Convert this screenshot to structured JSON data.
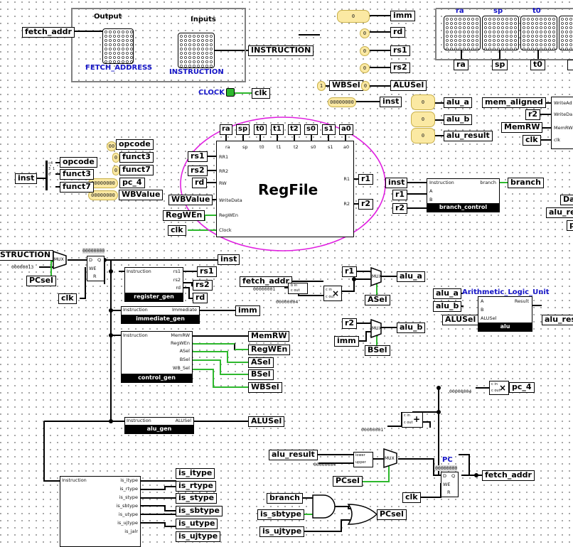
{
  "top_panel": {
    "output_title": "Output",
    "inputs_title": "Inputs",
    "fetch_address_label": "FETCH_ADDRESS",
    "instruction_label": "INSTRUCTION",
    "clock_label": "CLOCK"
  },
  "tunnels": {
    "fetch_addr": "fetch_addr",
    "INSTRUCTION": "INSTRUCTION",
    "clk": "clk",
    "imm": "imm",
    "rd": "rd",
    "rs1": "rs1",
    "rs2": "rs2",
    "WBSel": "WBSel",
    "ALUSel": "ALUSel",
    "alu_a": "alu_a",
    "inst": "inst",
    "alu_b": "alu_b",
    "alu_result": "alu_result",
    "ra": "ra",
    "sp": "sp",
    "t0": "t0",
    "mem_aligned": "mem_aligned",
    "r2": "r2",
    "MemRW": "MemRW",
    "opcode": "opcode",
    "funct3": "funct3",
    "funct7": "funct7",
    "pc_4": "pc_4",
    "WBValue": "WBValue",
    "RegWEn": "RegWEn",
    "r1": "r1",
    "branch": "branch",
    "Da": "Da",
    "alu_res": "alu_res",
    "p": "p",
    "INSTRUCTION_cut": "STRUCTION",
    "PCsel": "PCsel",
    "ASel": "ASel",
    "BSel": "BSel",
    "is_itype": "is_itype",
    "is_rtype": "is_rtype",
    "is_stype": "is_stype",
    "is_sbtype": "is_sbtype",
    "is_utype": "is_utype",
    "is_ujtype": "is_ujtype",
    "alu_resu": "alu_resu"
  },
  "pins": {
    "imm": "0",
    "rd": "0",
    "rs1": "0",
    "rs2": "0",
    "wbsel": "1",
    "alusel": "0",
    "inst": "00000000",
    "alu_b": "0",
    "alu_result": "0",
    "opcode": "00",
    "funct3": "0",
    "funct7": "0",
    "pc_4": "00000000",
    "wbvalue": "00000000"
  },
  "constants": {
    "c13": "00000013",
    "c1": "00000001",
    "c4": "00000004",
    "c4b": "00000004",
    "c4c": "00000004",
    "c1b": "00000001",
    "reg_val": "00000000",
    "pc_val": "00000000"
  },
  "regfile": {
    "title": "RegFile",
    "regs": [
      "ra",
      "sp",
      "t0",
      "t1",
      "t2",
      "s0",
      "s1",
      "a0"
    ],
    "ports_in": [
      "RR1",
      "RR2",
      "RW",
      "WriteData",
      "RegWEn",
      "Clock"
    ],
    "ports_out": [
      "R1",
      "R2"
    ]
  },
  "probes": {
    "ra": "ra",
    "sp": "sp",
    "t0": "t0"
  },
  "mem_ports": [
    "WriteAd",
    "WriteDa",
    "MemRW",
    "clk"
  ],
  "branch_control": {
    "name": "branch_control",
    "ports": [
      "Instruction",
      "A",
      "B",
      "branch"
    ]
  },
  "register_gen": {
    "name": "register_gen",
    "ports": [
      "Instruction",
      "rs1",
      "rs2",
      "rd"
    ]
  },
  "immediate_gen": {
    "name": "immediate_gen",
    "ports": [
      "Instruction",
      "Immediate"
    ]
  },
  "control_gen": {
    "name": "control_gen",
    "ports": [
      "Instruction",
      "MemRW",
      "RegWEn",
      "ASel",
      "BSel",
      "WB_Sel"
    ]
  },
  "alu_gen": {
    "name": "alu_gen",
    "ports": [
      "Instruction",
      "ALUSel"
    ]
  },
  "alu": {
    "name": "alu",
    "title": "Arithmetic_Logic_Unit",
    "ports": [
      "A",
      "B",
      "ALUSel",
      "Result"
    ]
  },
  "type_gen": {
    "ports": [
      "Instruction",
      "is_itype",
      "is_rtype",
      "is_stype",
      "is_sbtype",
      "is_utype",
      "is_ujtype",
      "is_jalr"
    ]
  },
  "pc": {
    "title": "PC"
  },
  "mux_label": "MUX",
  "reg_labels": {
    "d": "D",
    "q": "Q",
    "we": "WE",
    "r": "R"
  },
  "adder_labels": {
    "b_in": "b in",
    "c_in": "c in",
    "c_out": "c out"
  },
  "comparator_labels": {
    "lower": "lower",
    "upper": "upper"
  },
  "splitter_label": "c4 3 1 0"
}
